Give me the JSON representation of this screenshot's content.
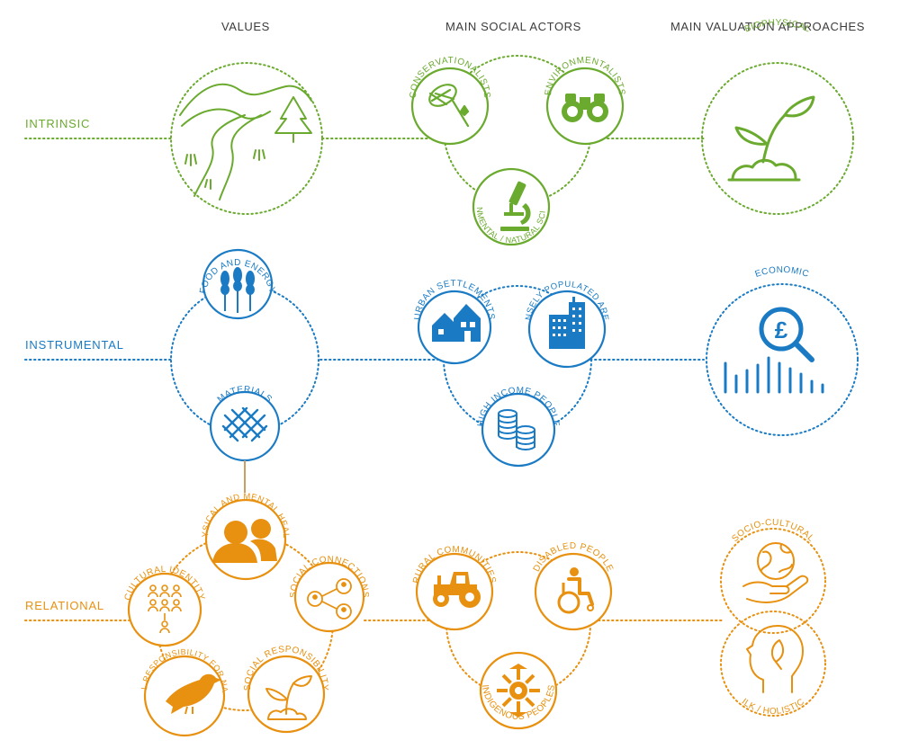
{
  "colors": {
    "green": "#6aaa2e",
    "blue": "#1a7bc4",
    "orange": "#e8900f",
    "heading": "#3c3c3c"
  },
  "headers": {
    "values": "VALUES",
    "actors": "MAIN SOCIAL ACTORS",
    "approaches": "MAIN VALUATION APPROACHES"
  },
  "rows": {
    "intrinsic": {
      "label": "INTRINSIC",
      "actors": {
        "conservationists": "CONSERVATIONALISTS",
        "environmentalists": "ENVIRONMENTALISTS",
        "scientists": "ENVIRONMENTAL / NATURAL SCIENTISTS"
      },
      "approach": "BIOPHYSICAL"
    },
    "instrumental": {
      "label": "INSTRUMENTAL",
      "values": {
        "food": "FOOD AND ENERGY",
        "materials": "MATERIALS"
      },
      "actors": {
        "urban": "URBAN SETTLEMENTS",
        "dense": "DENSELY POPULATED AREAS",
        "income": "HIGH INCOME PEOPLE"
      },
      "approach": "ECONOMIC",
      "currency_symbol": "£"
    },
    "relational": {
      "label": "RELATIONAL",
      "values": {
        "health": "PHYSICAL AND MENTAL HEALTH",
        "cultural": "CULTURAL IDENTITY",
        "social_conn": "SOCIAL CONNECTIONS",
        "social_resp": "SOCIAL RESPONSIBILITY",
        "moral": "MORAL RESPONSIBILITY FOR NATURE"
      },
      "actors": {
        "rural": "RURAL COMMUNITIES",
        "disabled": "DISABLED PEOPLE",
        "indigenous": "INDIGENOUS PEOPLES"
      },
      "approaches": {
        "socio": "SOCIO-CULTURAL",
        "ilk": "ILK / HOLISTIC"
      }
    }
  }
}
